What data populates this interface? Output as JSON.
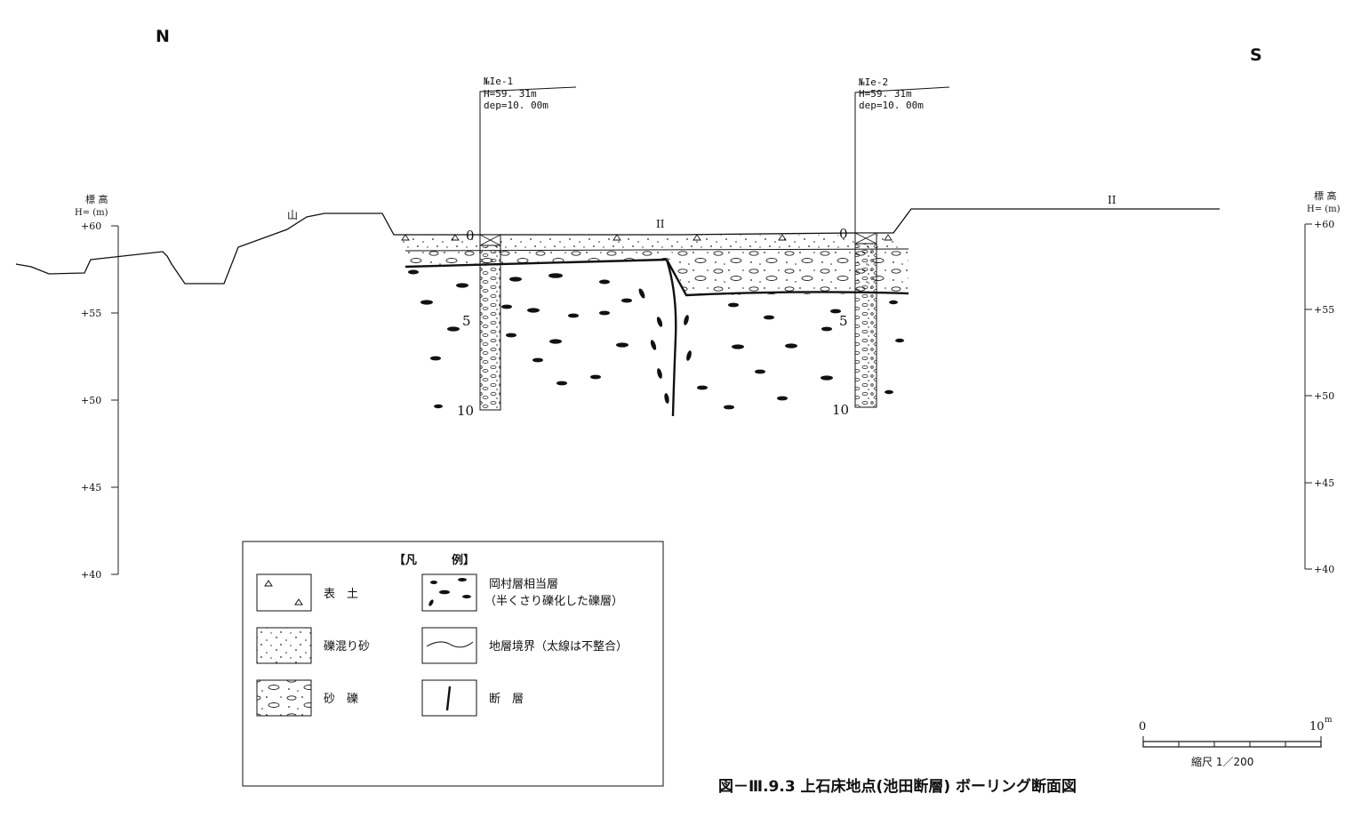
{
  "orientation": {
    "left": "N",
    "right": "S"
  },
  "elevation_axis": {
    "label_top": "標 高",
    "label_unit": "H= (m)",
    "ticks": [
      "+60",
      "+55",
      "+50",
      "+45",
      "+40"
    ]
  },
  "boreholes": [
    {
      "id": "№Ie-1",
      "elevation": "H=59. 31m",
      "depth": "dep=10. 00m",
      "depth_ticks": [
        "0",
        "5",
        "10"
      ]
    },
    {
      "id": "№Ie-2",
      "elevation": "H=59. 31m",
      "depth": "dep=10. 00m",
      "depth_ticks": [
        "0",
        "5",
        "10"
      ]
    }
  ],
  "surface_marks": {
    "field_1": "山",
    "field_2": "II",
    "field_3": "II"
  },
  "legend": {
    "title": "【凡　　　例】",
    "items": [
      {
        "label": "表　土",
        "pattern": "topsoil-triangles"
      },
      {
        "label": "礫混り砂",
        "pattern": "gravelly-sand-dots"
      },
      {
        "label": "砂　礫",
        "pattern": "sandy-gravel-ovals"
      },
      {
        "label": "岡村層相当層",
        "label2": "（半くさり礫化した礫層）",
        "pattern": "black-gravel-lenses"
      },
      {
        "label": "地層境界（太線は不整合）",
        "pattern": "wavy-boundary-line"
      },
      {
        "label": "断　層",
        "pattern": "fault-line"
      }
    ]
  },
  "scale_bar": {
    "start": "0",
    "end": "10",
    "unit": "m",
    "caption": "縮尺 1／200"
  },
  "caption": "図－Ⅲ.9.3 上石床地点(池田断層) ボーリング断面図"
}
